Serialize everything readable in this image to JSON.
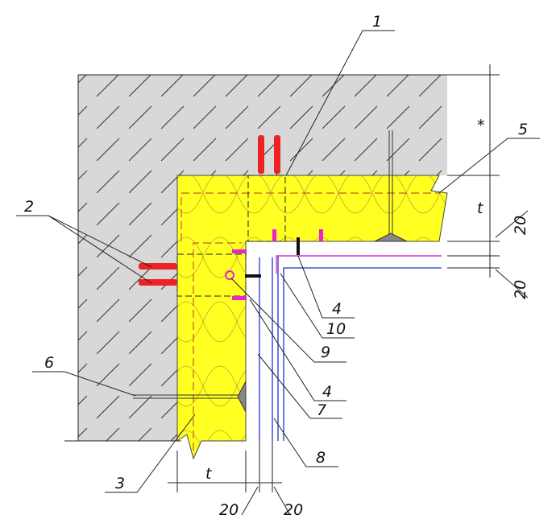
{
  "title": "Corner insulation detail",
  "colors": {
    "concrete": "#d8d8d8",
    "insulation": "#ffff22",
    "profile": "#2233cc",
    "anchor": "#ee2222",
    "screw": "#ee22cc"
  },
  "callouts": [
    {
      "id": "c1",
      "text": "1"
    },
    {
      "id": "c2",
      "text": "2"
    },
    {
      "id": "c3",
      "text": "3"
    },
    {
      "id": "c4a",
      "text": "4"
    },
    {
      "id": "c4b",
      "text": "4"
    },
    {
      "id": "c5",
      "text": "5"
    },
    {
      "id": "c6",
      "text": "6"
    },
    {
      "id": "c7",
      "text": "7"
    },
    {
      "id": "c8",
      "text": "8"
    },
    {
      "id": "c9",
      "text": "9"
    },
    {
      "id": "c10",
      "text": "10"
    }
  ],
  "dimensions": {
    "right_top": "*",
    "right_t": "t",
    "right_20a": "20",
    "right_20b": "20",
    "bottom_t": "t",
    "bottom_20a": "20",
    "bottom_20b": "20"
  }
}
